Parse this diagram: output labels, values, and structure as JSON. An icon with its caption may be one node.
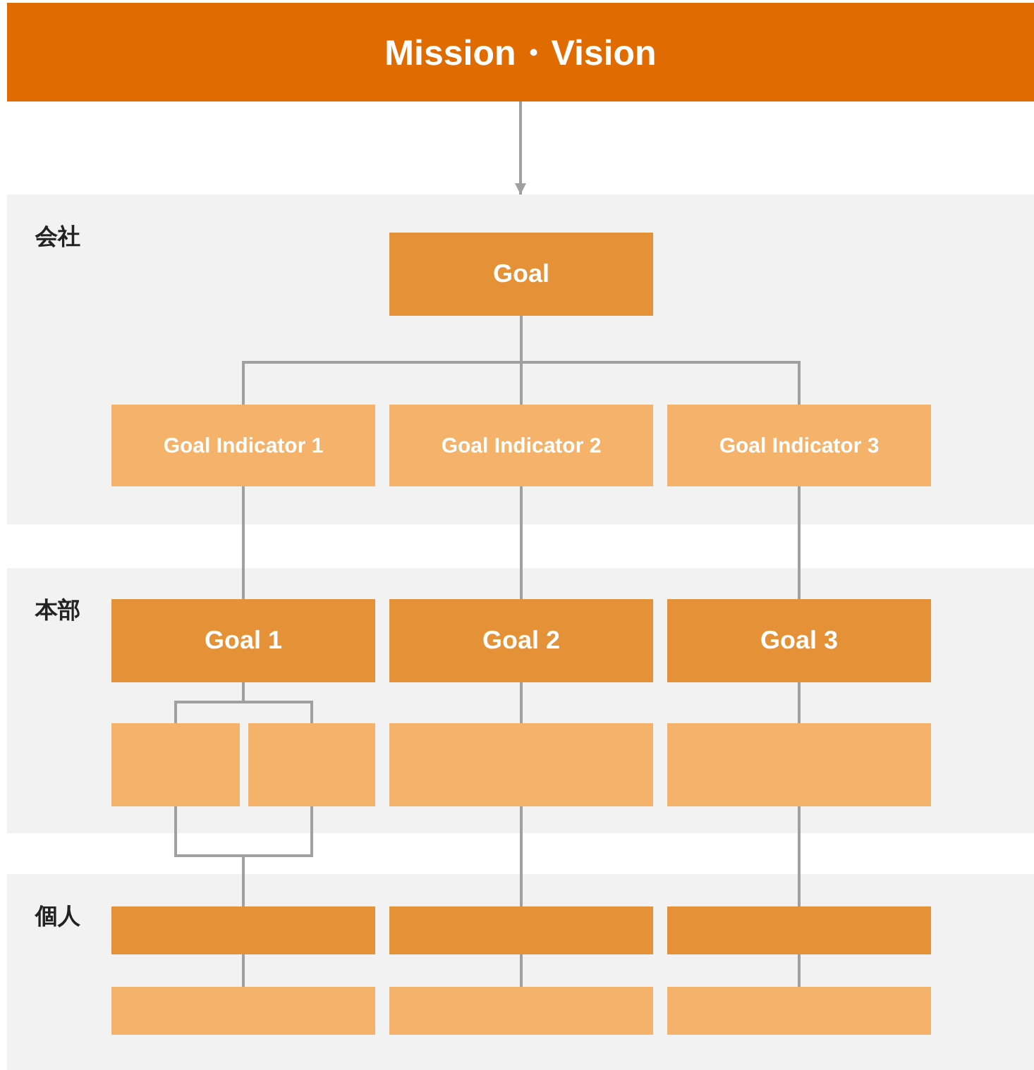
{
  "diagram": {
    "nodes": [
      {
        "text": [
          "Mission・Vision"
        ]
      },
      {
        "text": [
          "会社"
        ]
      },
      {
        "text": [
          "Goal"
        ],
        "in": 1
      },
      {
        "text": [
          "Goal Indicator 1"
        ],
        "in": 1
      },
      {
        "text": [
          "Goal Indicator 2"
        ],
        "in": 1
      },
      {
        "text": [
          "Goal Indicator 3"
        ],
        "in": 1
      },
      {
        "text": [
          "本部"
        ]
      },
      {
        "text": [
          "Goal 1"
        ],
        "in": 6
      },
      {
        "text": [
          "Goal 2"
        ],
        "in": 6
      },
      {
        "text": [
          "Goal 3"
        ],
        "in": 6
      },
      {
        "text": [],
        "shape": "box",
        "in": 6
      },
      {
        "text": [],
        "shape": "box",
        "in": 6
      },
      {
        "text": [],
        "shape": "box",
        "in": 6
      },
      {
        "text": [],
        "shape": "box",
        "in": 6
      },
      {
        "text": [
          "個人"
        ]
      },
      {
        "text": [],
        "shape": "bar",
        "in": 14
      },
      {
        "text": [],
        "shape": "bar",
        "in": 14
      },
      {
        "text": [],
        "shape": "bar",
        "in": 14
      },
      {
        "text": [],
        "shape": "bar",
        "in": 14
      },
      {
        "text": [],
        "shape": "bar",
        "in": 14
      },
      {
        "text": [],
        "shape": "bar",
        "in": 14
      }
    ],
    "edges": [
      {
        "from": 0,
        "to": 1,
        "arrow": "to"
      },
      {
        "from": 2,
        "to": 3,
        "arrow": "none"
      },
      {
        "from": 2,
        "to": 4,
        "arrow": "none"
      },
      {
        "from": 2,
        "to": 5,
        "arrow": "none"
      },
      {
        "from": 3,
        "to": 7,
        "arrow": "none"
      },
      {
        "from": 4,
        "to": 8,
        "arrow": "none"
      },
      {
        "from": 5,
        "to": 9,
        "arrow": "none"
      },
      {
        "from": 7,
        "to": 10,
        "arrow": "none"
      },
      {
        "from": 7,
        "to": 11,
        "arrow": "none"
      },
      {
        "from": 8,
        "to": 12,
        "arrow": "none"
      },
      {
        "from": 9,
        "to": 13,
        "arrow": "none"
      },
      {
        "from": 10,
        "to": 15,
        "arrow": "none"
      },
      {
        "from": 11,
        "to": 15,
        "arrow": "none"
      },
      {
        "from": 12,
        "to": 16,
        "arrow": "none"
      },
      {
        "from": 13,
        "to": 17,
        "arrow": "none"
      },
      {
        "from": 15,
        "to": 18,
        "arrow": "none"
      },
      {
        "from": 16,
        "to": 19,
        "arrow": "none"
      },
      {
        "from": 17,
        "to": 20,
        "arrow": "none"
      }
    ]
  }
}
